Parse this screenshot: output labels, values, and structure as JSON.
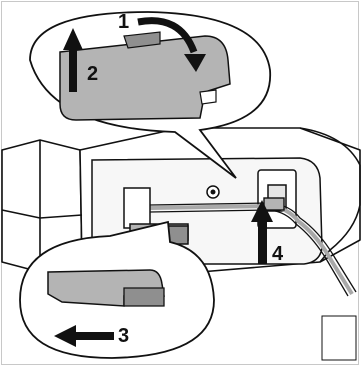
{
  "figure": {
    "description_free": true,
    "colors": {
      "line": "#111111",
      "part_gray": "#b4b4b4",
      "part_gray_dark": "#8f8f8f",
      "panel_fill": "#f4f4f4",
      "arrow": "#111111",
      "cable": "#a8a8a8"
    },
    "steps": [
      {
        "id": "step-1",
        "label": "1"
      },
      {
        "id": "step-2",
        "label": "2"
      },
      {
        "id": "step-3",
        "label": "3"
      },
      {
        "id": "step-4",
        "label": "4"
      }
    ]
  }
}
